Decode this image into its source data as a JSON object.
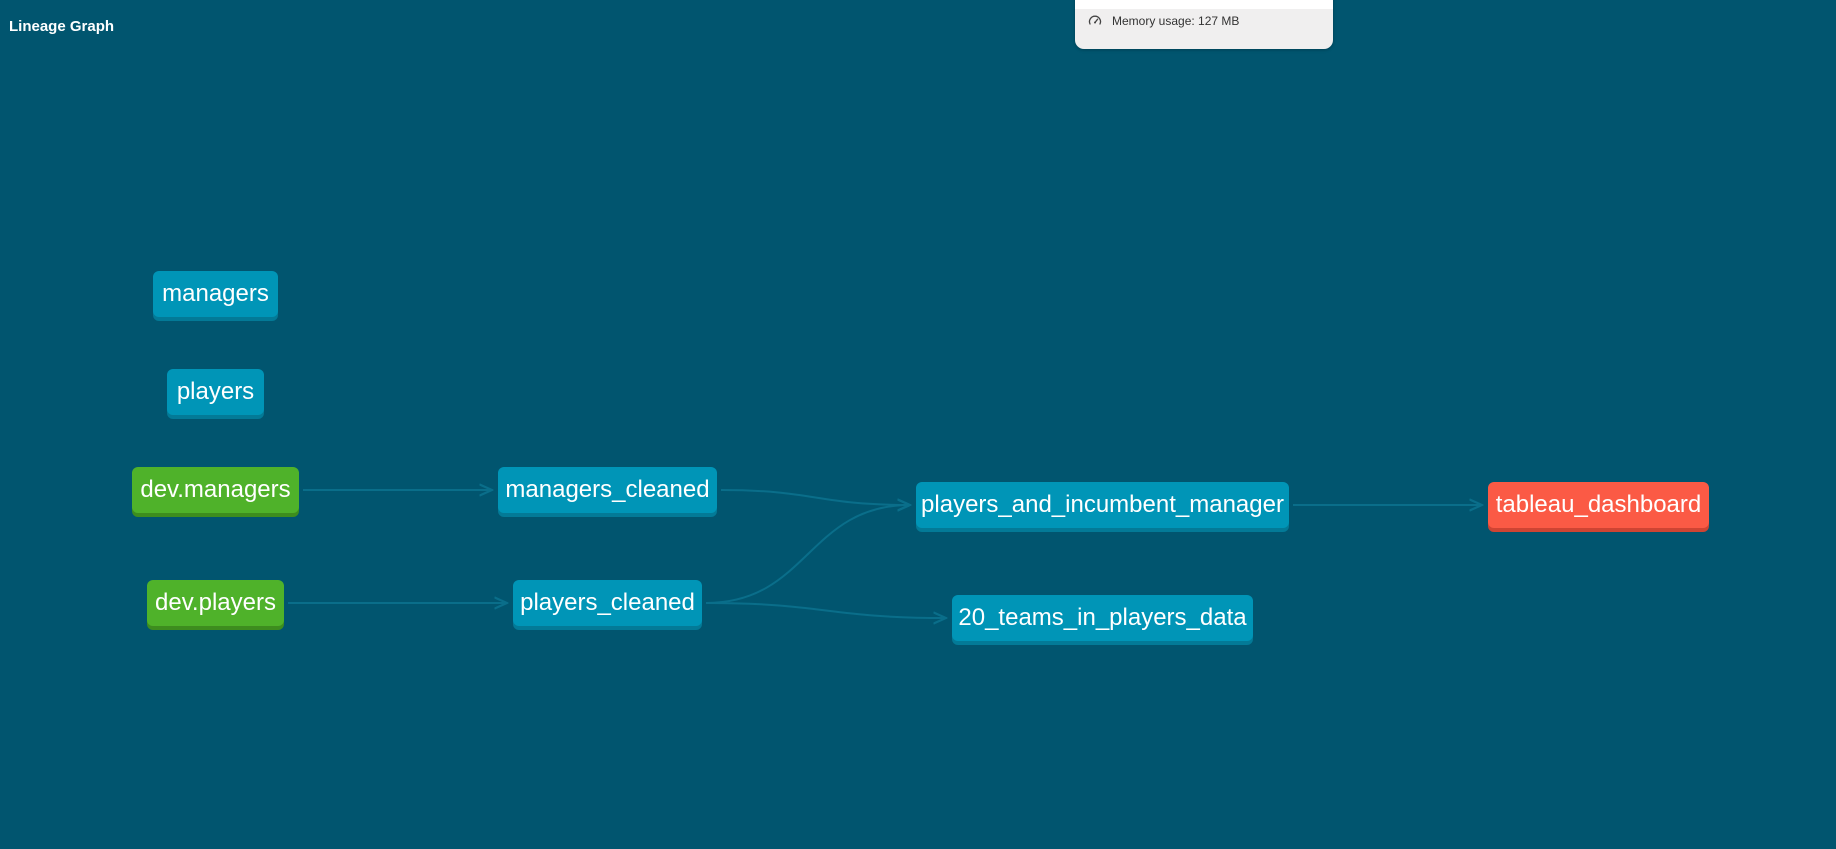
{
  "header": {
    "title": "Lineage Graph"
  },
  "memory": {
    "label": "Memory usage: 127 MB",
    "icon": "gauge-icon"
  },
  "colors": {
    "background": "#01556f",
    "model": "#0095b7",
    "source": "#4fb22a",
    "exposure": "#fb5a45",
    "edge": "#0a6e8a"
  },
  "nodes": [
    {
      "id": "managers",
      "label": "managers",
      "kind": "model"
    },
    {
      "id": "players",
      "label": "players",
      "kind": "model"
    },
    {
      "id": "dev_managers",
      "label": "dev.managers",
      "kind": "source"
    },
    {
      "id": "dev_players",
      "label": "dev.players",
      "kind": "source"
    },
    {
      "id": "managers_cleaned",
      "label": "managers_cleaned",
      "kind": "model"
    },
    {
      "id": "players_cleaned",
      "label": "players_cleaned",
      "kind": "model"
    },
    {
      "id": "players_and_incumbent_manager",
      "label": "players_and_incumbent_manager",
      "kind": "model"
    },
    {
      "id": "20_teams_in_players_data",
      "label": "20_teams_in_players_data",
      "kind": "model"
    },
    {
      "id": "tableau_dashboard",
      "label": "tableau_dashboard",
      "kind": "exposure"
    }
  ],
  "edges": [
    {
      "from": "dev_managers",
      "to": "managers_cleaned"
    },
    {
      "from": "dev_players",
      "to": "players_cleaned"
    },
    {
      "from": "managers_cleaned",
      "to": "players_and_incumbent_manager"
    },
    {
      "from": "players_cleaned",
      "to": "players_and_incumbent_manager"
    },
    {
      "from": "players_cleaned",
      "to": "20_teams_in_players_data"
    },
    {
      "from": "players_and_incumbent_manager",
      "to": "tableau_dashboard"
    }
  ]
}
